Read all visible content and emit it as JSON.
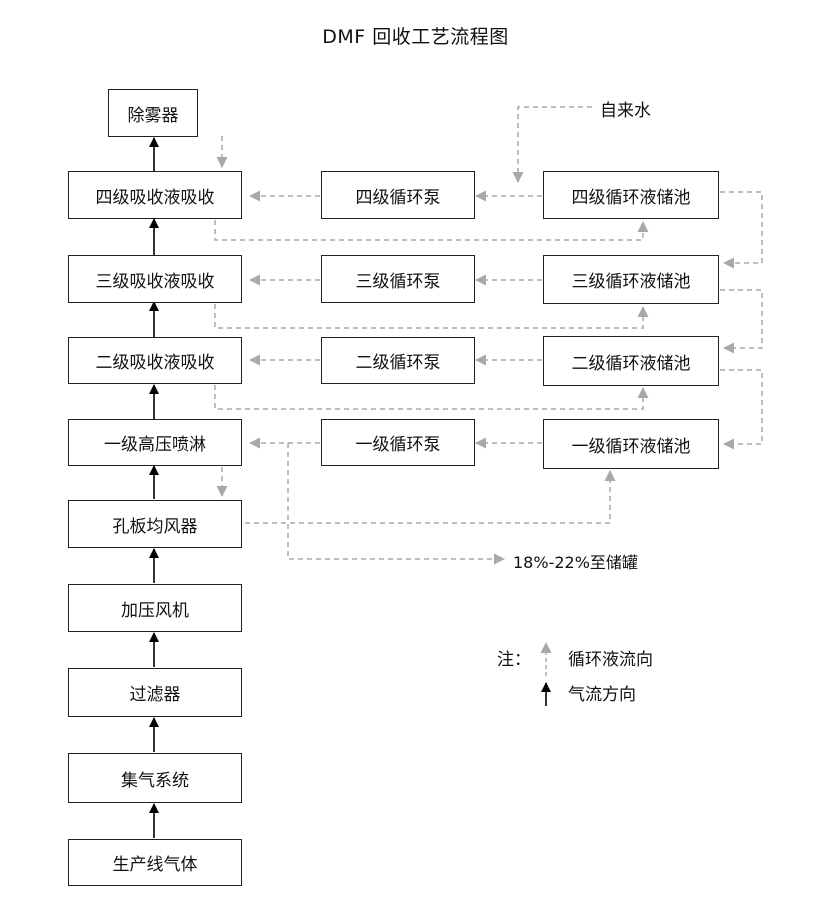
{
  "title": "DMF 回收工艺流程图",
  "main_chain": [
    {
      "id": "demister",
      "label": "除雾器"
    },
    {
      "id": "stage4_absorb",
      "label": "四级吸收液吸收"
    },
    {
      "id": "stage3_absorb",
      "label": "三级吸收液吸收"
    },
    {
      "id": "stage2_absorb",
      "label": "二级吸收液吸收"
    },
    {
      "id": "stage1_spray",
      "label": "一级高压喷淋"
    },
    {
      "id": "orifice_distributor",
      "label": "孔板均风器"
    },
    {
      "id": "booster_fan",
      "label": "加压风机"
    },
    {
      "id": "filter",
      "label": "过滤器"
    },
    {
      "id": "gas_collection",
      "label": "集气系统"
    },
    {
      "id": "production_gas",
      "label": "生产线气体"
    }
  ],
  "pumps": [
    {
      "id": "pump4",
      "label": "四级循环泵"
    },
    {
      "id": "pump3",
      "label": "三级循环泵"
    },
    {
      "id": "pump2",
      "label": "二级循环泵"
    },
    {
      "id": "pump1",
      "label": "一级循环泵"
    }
  ],
  "tanks": [
    {
      "id": "tank4",
      "label": "四级循环液储池"
    },
    {
      "id": "tank3",
      "label": "三级循环液储池"
    },
    {
      "id": "tank2",
      "label": "二级循环液储池"
    },
    {
      "id": "tank1",
      "label": "一级循环液储池"
    }
  ],
  "tap_water": "自来水",
  "outlet": "18%-22%至储罐",
  "legend": {
    "note": "注：",
    "liquid": "循环液流向",
    "gas": "气流方向"
  },
  "colors": {
    "gas_arrow": "#000000",
    "liquid_arrow": "#a8a8a8",
    "box_border": "#222222"
  }
}
